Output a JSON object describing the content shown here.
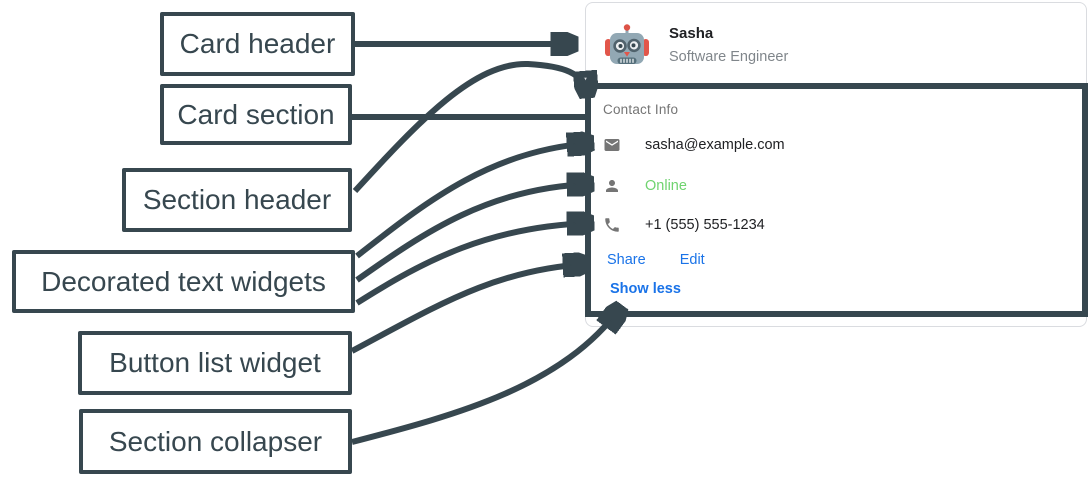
{
  "diagram": {
    "labels": [
      "Card header",
      "Card section",
      "Section header",
      "Decorated text widgets",
      "Button list widget",
      "Section collapser"
    ],
    "arrow_color": "#37474f"
  },
  "card": {
    "header": {
      "avatar_icon": "robot-avatar-icon",
      "name": "Sasha",
      "subtitle": "Software Engineer"
    },
    "section": {
      "title": "Contact Info",
      "rows": [
        {
          "icon": "email-icon",
          "text": "sasha@example.com",
          "color": "#202124"
        },
        {
          "icon": "person-icon",
          "text": "Online",
          "color": "#6fd36f"
        },
        {
          "icon": "phone-icon",
          "text": "+1 (555) 555-1234",
          "color": "#202124"
        }
      ],
      "buttons": [
        {
          "label": "Share"
        },
        {
          "label": "Edit"
        }
      ],
      "collapser_label": "Show less"
    }
  },
  "colors": {
    "annotation": "#37474f",
    "link_blue": "#1a73e8",
    "online_green": "#6fd36f",
    "icon_gray": "#757575",
    "card_border": "#dadce0"
  }
}
